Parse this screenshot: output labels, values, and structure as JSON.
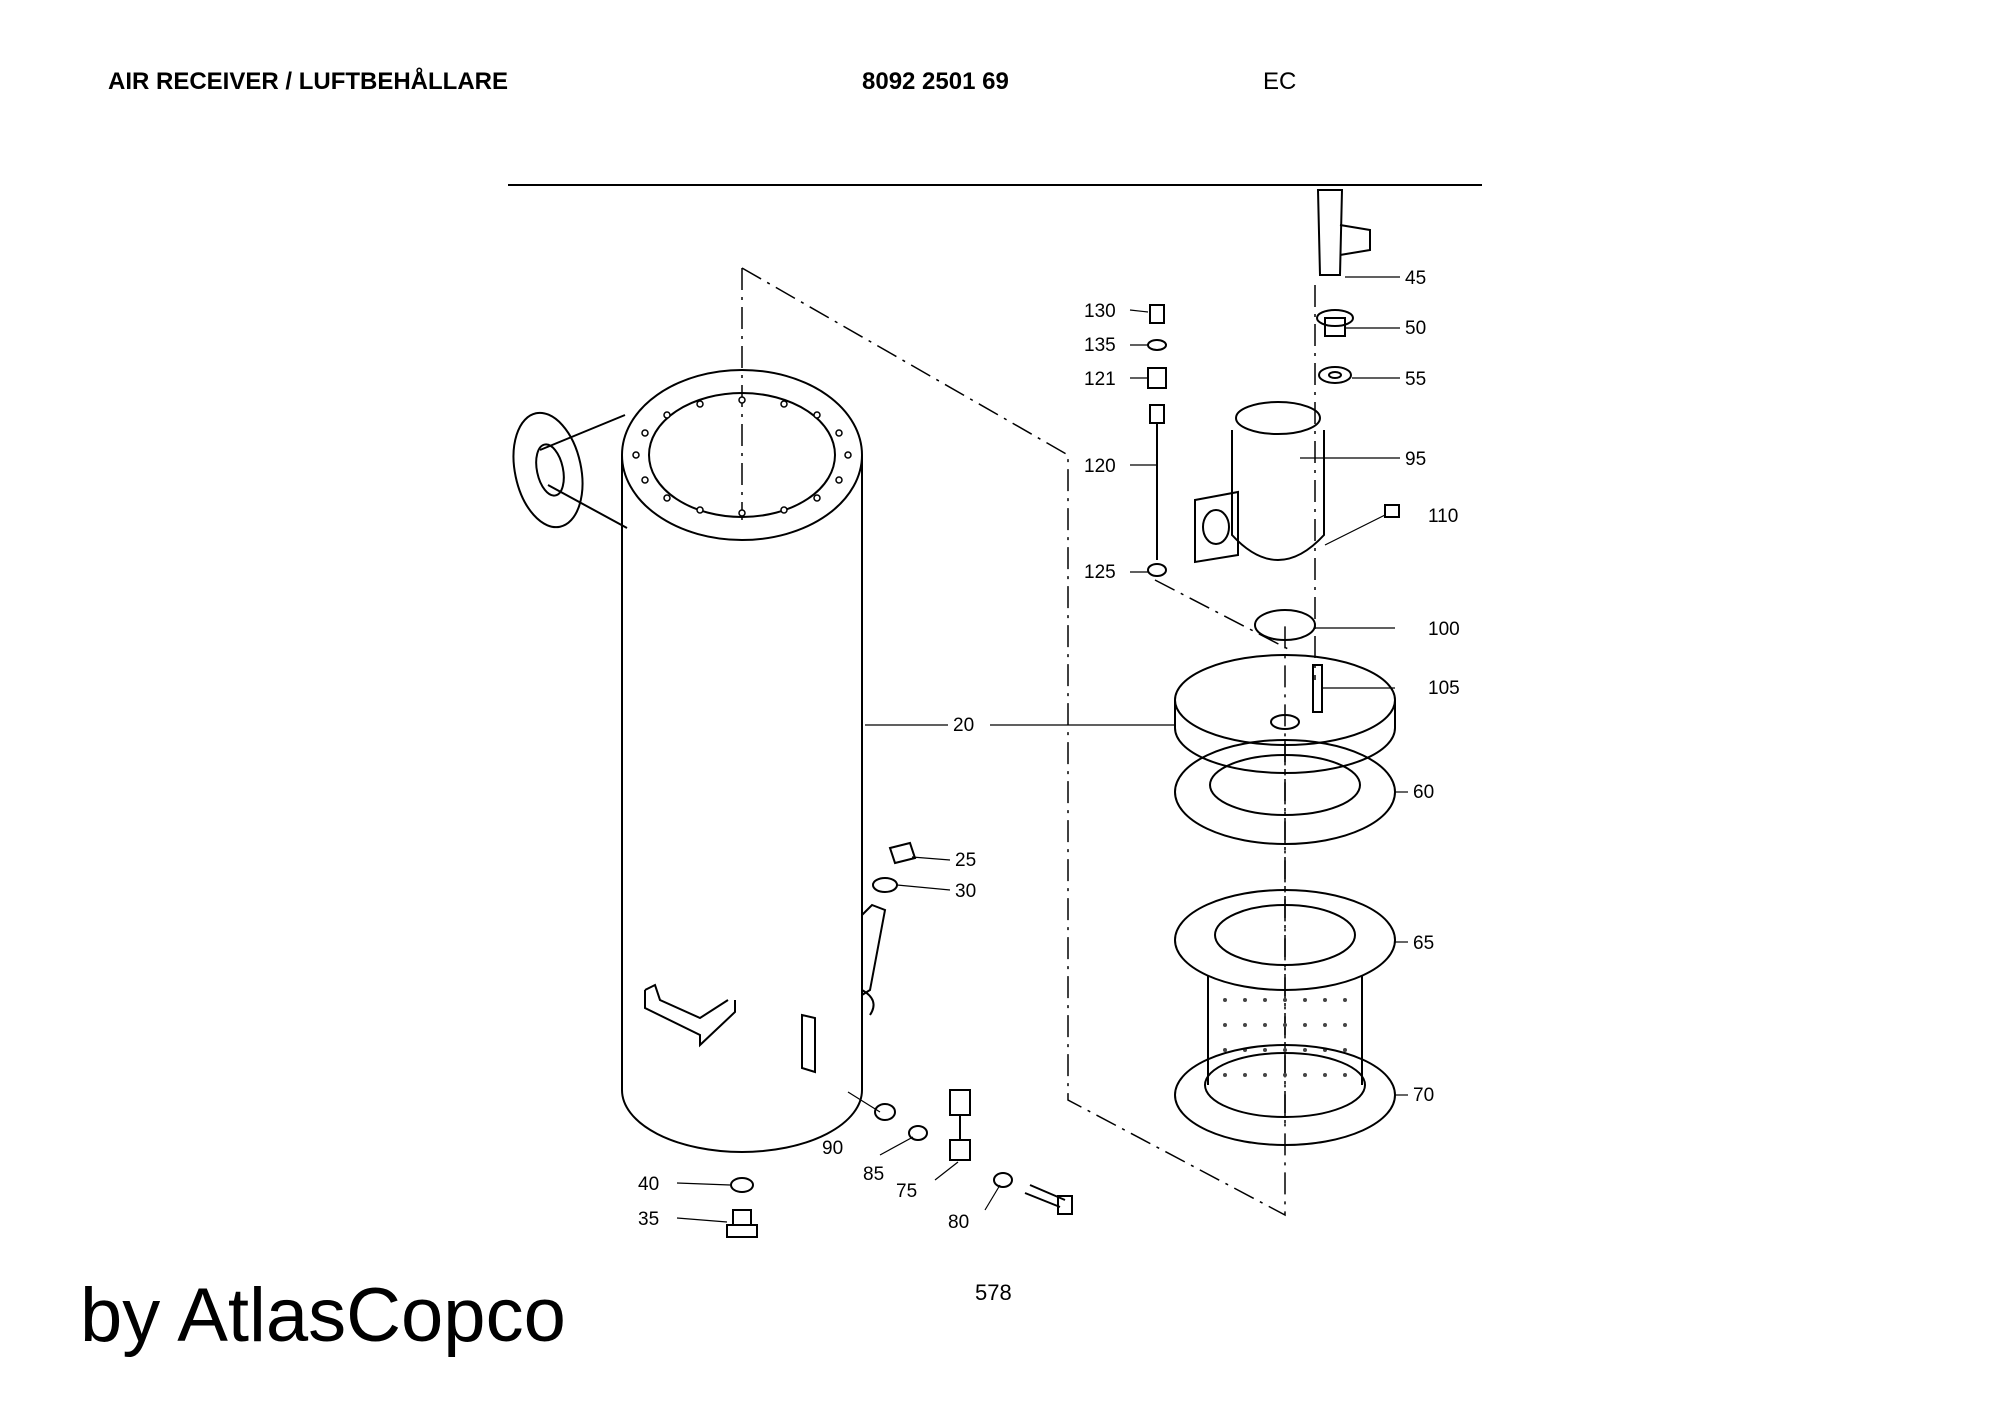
{
  "header": {
    "title": "AIR RECEIVER / LUFTBEHÅLLARE",
    "part_number": "8092 2501 69",
    "edition": "EC"
  },
  "callouts": [
    "20",
    "25",
    "30",
    "35",
    "40",
    "45",
    "50",
    "55",
    "60",
    "65",
    "70",
    "75",
    "80",
    "85",
    "90",
    "95",
    "100",
    "105",
    "110",
    "120",
    "121",
    "125",
    "130",
    "135"
  ],
  "footer": {
    "page_number": "578",
    "brand": "by AtlasCopco"
  }
}
